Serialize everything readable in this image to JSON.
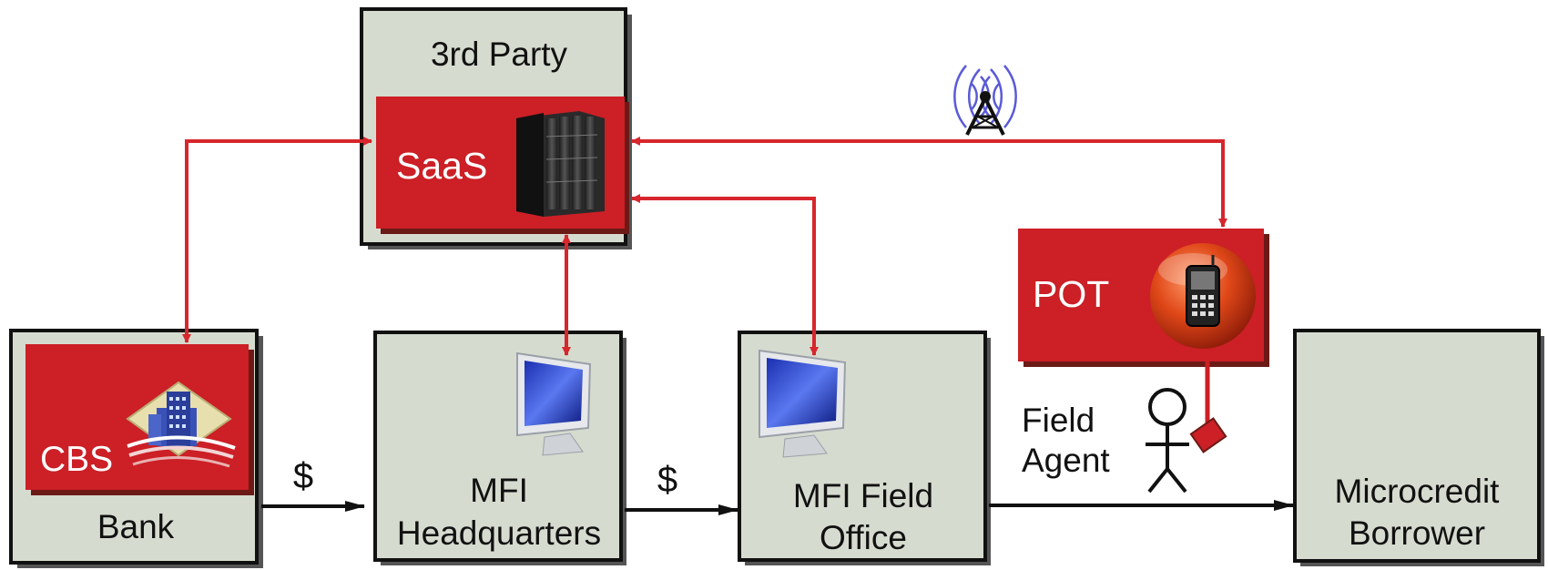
{
  "nodes": {
    "third_party": {
      "label": "3rd Party"
    },
    "saas": {
      "label": "SaaS",
      "icon": "server-rack-icon"
    },
    "pot": {
      "label": "POT",
      "icon": "mobile-phone-icon"
    },
    "bank": {
      "label": "Bank"
    },
    "cbs": {
      "label": "CBS",
      "icon": "bank-building-icon"
    },
    "mfi_hq": {
      "label_line1": "MFI",
      "label_line2": "Headquarters",
      "icon": "computer-monitor-icon"
    },
    "mfi_field": {
      "label_line1": "MFI Field",
      "label_line2": "Office",
      "icon": "computer-monitor-icon"
    },
    "borrower": {
      "label_line1": "Microcredit",
      "label_line2": "Borrower"
    },
    "field_agent": {
      "label_line1": "Field",
      "label_line2": "Agent",
      "icon": "stick-figure-icon"
    }
  },
  "flows": {
    "bank_to_hq": "$",
    "hq_to_field": "$"
  },
  "icons": {
    "antenna": "radio-tower-icon"
  },
  "colors": {
    "box_fill": "#d6dbcf",
    "red": "#cc1f26",
    "arrow_red": "#d7262c",
    "text_dark": "#111111"
  }
}
